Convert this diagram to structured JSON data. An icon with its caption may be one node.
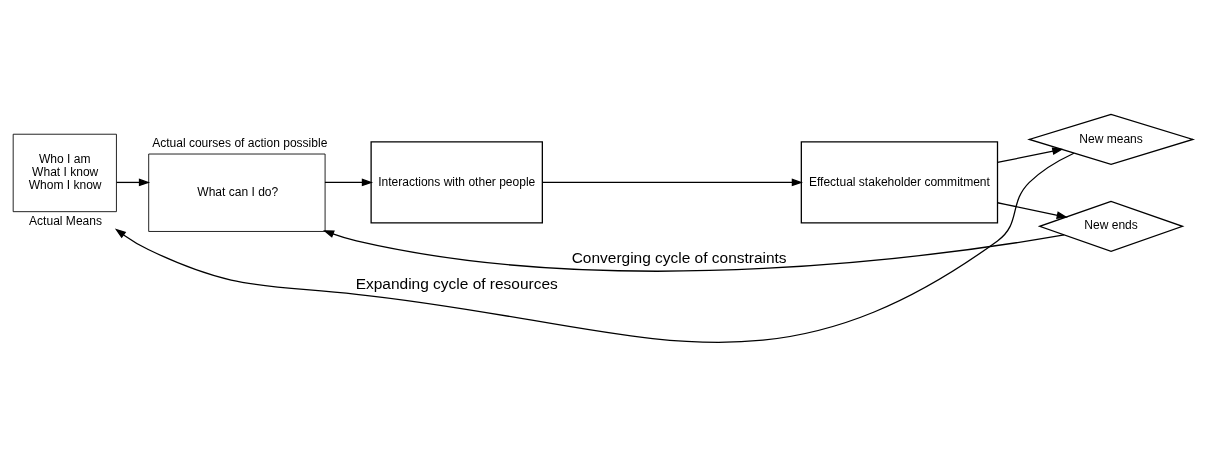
{
  "diagram": {
    "nodes": [
      {
        "text": [
          "Who I am",
          "What I know",
          "Whom I know"
        ],
        "beside": [
          "Actual Means"
        ]
      },
      {
        "text": [
          "What can I do?"
        ],
        "beside": [
          "Actual courses of action possible"
        ]
      },
      {
        "text": [
          "Interactions with other people"
        ]
      },
      {
        "text": [
          "Effectual stakeholder commitment"
        ]
      },
      {
        "text": [
          "New means"
        ]
      },
      {
        "text": [
          "New ends"
        ]
      }
    ],
    "edges": [
      {
        "from": 0,
        "to": 1,
        "arrow": "to"
      },
      {
        "from": 1,
        "to": 2,
        "arrow": "to"
      },
      {
        "from": 2,
        "to": 3,
        "arrow": "to"
      },
      {
        "from": 3,
        "to": 4,
        "arrow": "to"
      },
      {
        "from": 3,
        "to": 5,
        "arrow": "to"
      },
      {
        "from": 4,
        "to": 0,
        "arrow": "to",
        "label": "Expanding cycle of resources"
      },
      {
        "from": 5,
        "to": 1,
        "arrow": "to",
        "label": "Converging cycle of constraints"
      }
    ]
  }
}
